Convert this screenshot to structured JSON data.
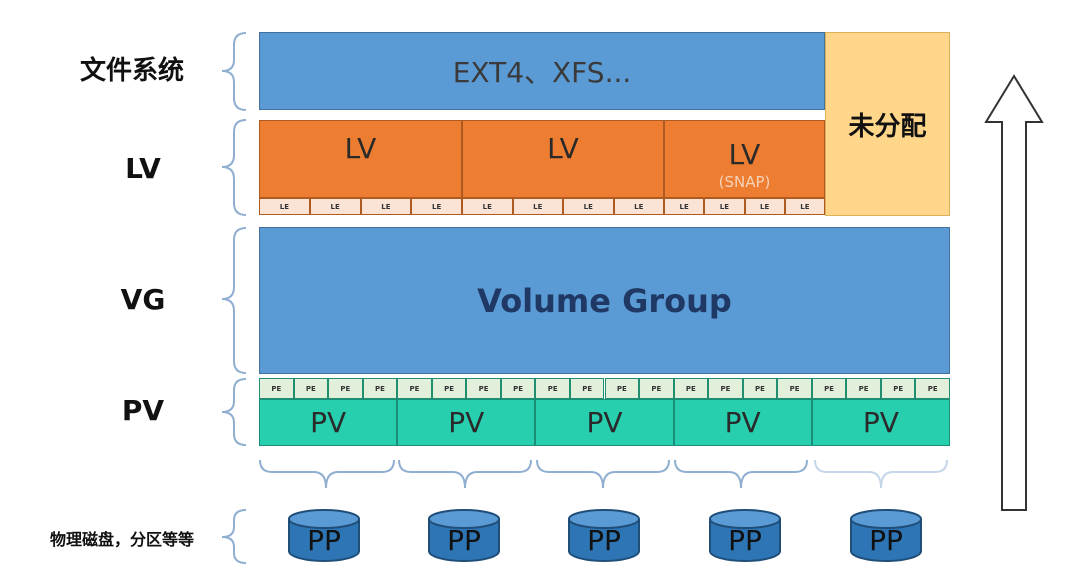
{
  "row_labels": {
    "filesystem": "文件系统",
    "lv": "LV",
    "vg": "VG",
    "pv": "PV",
    "disk": "物理磁盘，分区等等"
  },
  "filesystem": {
    "label": "EXT4、XFS..."
  },
  "unallocated": {
    "label": "未分配"
  },
  "logical_volumes": [
    {
      "label": "LV",
      "sublabel": ""
    },
    {
      "label": "LV",
      "sublabel": ""
    },
    {
      "label": "LV",
      "sublabel": "(SNAP)"
    }
  ],
  "le_label": "LE",
  "volume_group": {
    "label": "Volume Group"
  },
  "pe_label": "PE",
  "physical_volumes": [
    "PV",
    "PV",
    "PV",
    "PV",
    "PV"
  ],
  "disks": [
    "PP",
    "PP",
    "PP",
    "PP",
    "PP"
  ],
  "colors": {
    "filesystem": "#5b9bd5",
    "unallocated": "#ffd68a",
    "lv": "#ed7d31",
    "vg": "#5b9bd5",
    "pv": "#27cfae",
    "disk": "#2e75b6"
  }
}
